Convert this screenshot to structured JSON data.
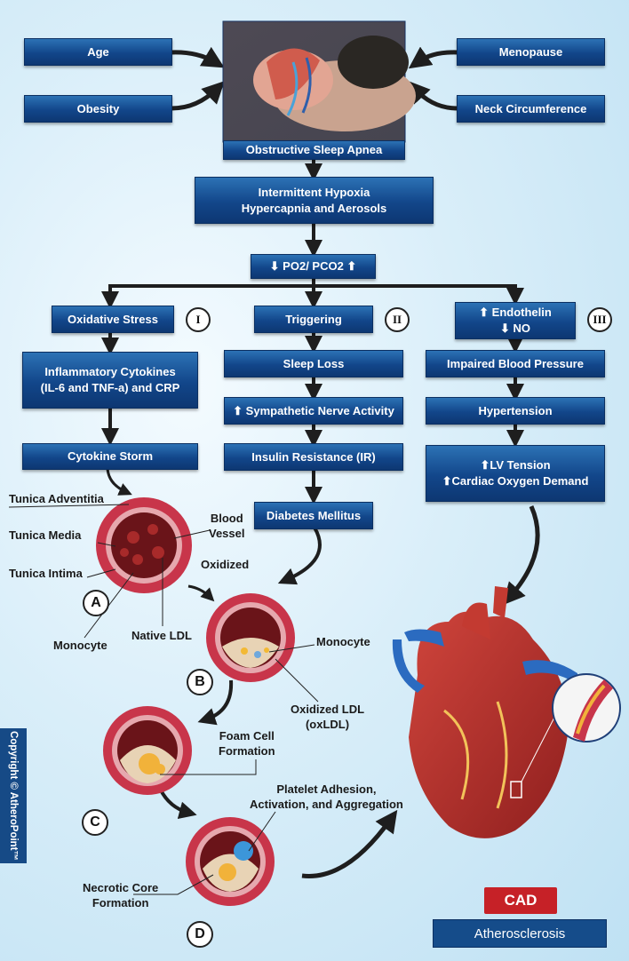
{
  "colors": {
    "box_blue": "#12468a",
    "arrow": "#222222",
    "artery_outer": "#c8354a",
    "plaque": "#f1b23a",
    "cad_red": "#c62127"
  },
  "risk_factors": {
    "age": "Age",
    "obesity": "Obesity",
    "menopause": "Menopause",
    "neck": "Neck Circumference"
  },
  "osa_label": "Obstructive Sleep Apnea",
  "hypoxia_label": "Intermittent Hypoxia\nHypercapnia and Aerosols",
  "po2_label": "⬇ PO2/ PCO2 ⬆",
  "pathway_1": {
    "roman": "I",
    "step1": "Oxidative Stress",
    "step2": "Inflammatory Cytokines\n(IL-6 and TNF-a) and CRP",
    "step3": "Cytokine Storm"
  },
  "pathway_2": {
    "roman": "II",
    "step1": "Triggering",
    "step2": "Sleep Loss",
    "step3": "⬆ Sympathetic Nerve Activity",
    "step4": "Insulin Resistance (IR)",
    "step5": "Diabetes Mellitus"
  },
  "pathway_3": {
    "roman": "III",
    "step1": "⬆ Endothelin\n⬇ NO",
    "step2": "Impaired Blood Pressure",
    "step3": "Hypertension",
    "step4": "⬆LV Tension\n⬆Cardiac Oxygen Demand"
  },
  "artery_labels": {
    "adventitia": "Tunica Adventitia",
    "media": "Tunica Media",
    "intima": "Tunica Intima",
    "blood_vessel": "Blood\nVessel",
    "monocyte_a": "Monocyte",
    "native_ldl": "Native LDL",
    "oxidized": "Oxidized",
    "monocyte_b": "Monocyte",
    "oxldl": "Oxidized LDL\n(oxLDL)",
    "foam_cell": "Foam Cell\nFormation",
    "platelet": "Platelet Adhesion,\nActivation, and Aggregation",
    "necrotic": "Necrotic Core\nFormation"
  },
  "stage_letters": [
    "A",
    "B",
    "C",
    "D"
  ],
  "cad_label": "CAD",
  "atherosclerosis_label": "Atherosclerosis",
  "copyright": "Copyright © AtheroPoint™"
}
